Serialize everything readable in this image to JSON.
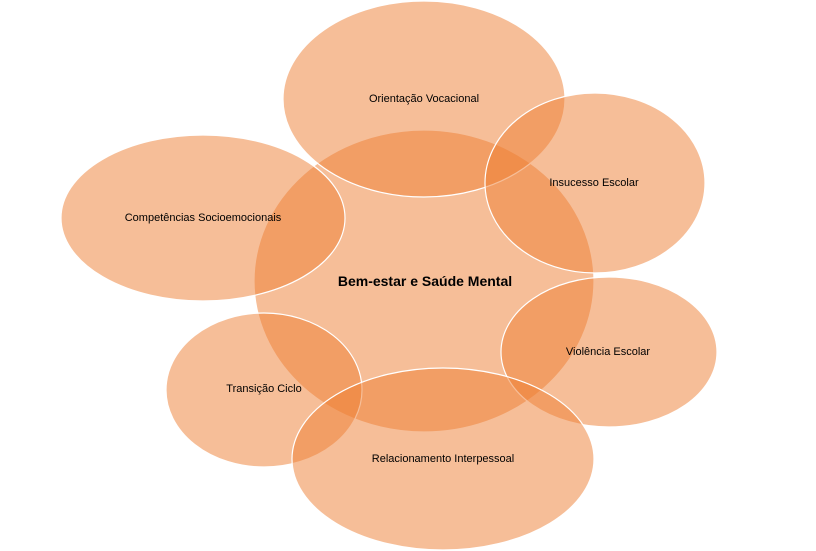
{
  "diagram": {
    "fill_color": "#ED7D31",
    "stroke_color": "#FFFFFF",
    "center": {
      "label": "Bem-estar e Saúde Mental"
    },
    "nodes": [
      {
        "id": "orientacao",
        "label": "Orientação Vocacional"
      },
      {
        "id": "insucesso",
        "label": "Insucesso Escolar"
      },
      {
        "id": "competencias",
        "label": "Competências Socioemocionais"
      },
      {
        "id": "violencia",
        "label": "Violência Escolar"
      },
      {
        "id": "transicao",
        "label": "Transição Ciclo"
      },
      {
        "id": "relacionamento",
        "label": "Relacionamento  Interpessoal"
      }
    ]
  }
}
